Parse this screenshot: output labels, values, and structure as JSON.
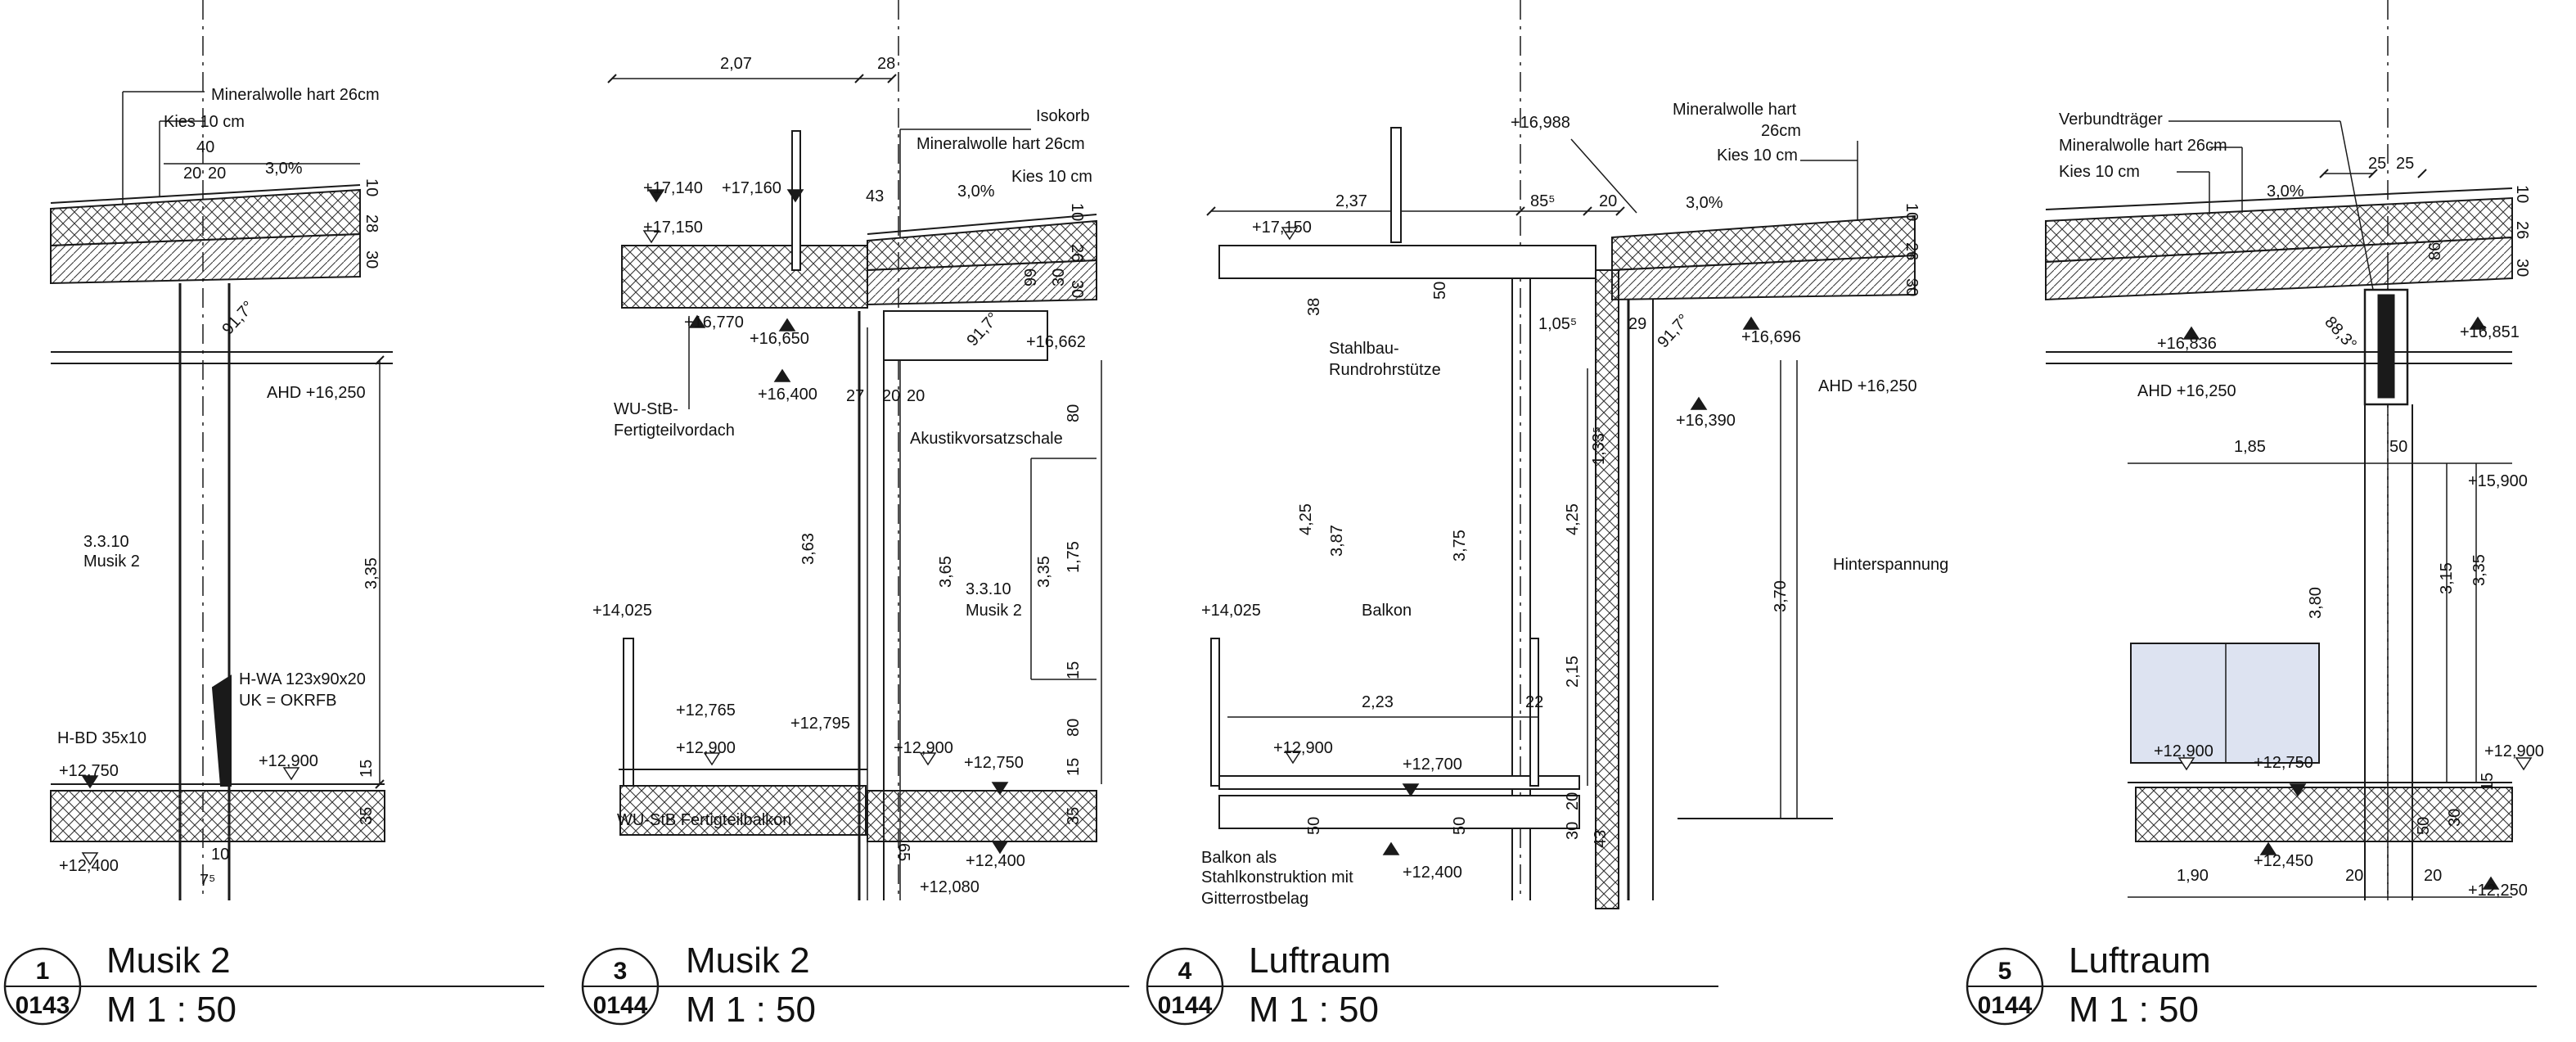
{
  "details": [
    {
      "number": "1",
      "sheet": "0143",
      "title": "Musik 2",
      "scale": "M  1 : 50",
      "annotations": [
        "Mineralwolle hart 26cm",
        "Kies 10 cm",
        "40",
        "20",
        "20",
        "3,0%",
        "10",
        "28",
        "30",
        "91,7°",
        "AHD +16,250",
        "3.3.10",
        "Musik 2",
        "3,35",
        "H-WA 123x90x20",
        "UK = OKRFB",
        "H-BD 35x10",
        "+12,750",
        "+12,900",
        "15",
        "35",
        "+12,400",
        "10",
        "7⁵"
      ]
    },
    {
      "number": "3",
      "sheet": "0144",
      "title": "Musik 2",
      "scale": "M  1 : 50",
      "annotations": [
        "2,07",
        "28",
        "Isokorb",
        "Mineralwolle hart 26cm",
        "Kies 10 cm",
        "+17,140",
        "+17,160",
        "+17,150",
        "43",
        "3,0%",
        "10",
        "26",
        "30",
        "+16,770",
        "+16,650",
        "91,7°",
        "+16,662",
        "99",
        "30",
        "+16,400",
        "27",
        "20",
        "20",
        "WU-StB-",
        "Fertigteilvordach",
        "80",
        "Akustikvorsatzschale",
        "3,63",
        "3,65",
        "3,35",
        "1,75",
        "3.3.10",
        "Musik 2",
        "15",
        "80",
        "+14,025",
        "+12,765",
        "+12,795",
        "+12,900",
        "+12,900",
        "+12,750",
        "15",
        "35",
        "WU-StB Fertigteilbalkon",
        "+12,400",
        "+12,080",
        "65"
      ]
    },
    {
      "number": "4",
      "sheet": "0144",
      "title": "Luftraum",
      "scale": "M  1 : 50",
      "annotations": [
        "+16,988",
        "Mineralwolle hart",
        "26cm",
        "Kies 10 cm",
        "2,37",
        "85⁵",
        "20",
        "3,0%",
        "+17,150",
        "10",
        "26",
        "30",
        "38",
        "50",
        "1,05⁵",
        "29",
        "91,7°",
        "+16,696",
        "Stahlbau-",
        "Rundrohrstütze",
        "+16,390",
        "AHD +16,250",
        "1,33⁵",
        "4,25",
        "3,87",
        "3,75",
        "4,25",
        "3,70",
        "Hinterspannung",
        "Balkon",
        "+14,025",
        "2,15",
        "2,23",
        "22",
        "+12,900",
        "+12,700",
        "20",
        "30",
        "43",
        "50",
        "50",
        "Balkon als",
        "Stahlkonstruktion mit",
        "Gitterrostbelag",
        "+12,400"
      ]
    },
    {
      "number": "5",
      "sheet": "0144",
      "title": "Luftraum",
      "scale": "M  1 : 50",
      "annotations": [
        "Verbundträger",
        "25",
        "25",
        "Mineralwolle hart 26cm",
        "Kies 10 cm",
        "3,0%",
        "10",
        "26",
        "30",
        "86",
        "+16,836",
        "88,3°",
        "+16,851",
        "AHD +16,250",
        "1,85",
        "50",
        "+15,900",
        "3,80",
        "3,15",
        "3,35",
        "+12,900",
        "+12,750",
        "+12,900",
        "15",
        "30",
        "50",
        "+12,450",
        "1,90",
        "20",
        "20",
        "+12,250"
      ]
    }
  ],
  "colors": {
    "line": "#1a1a1a",
    "hatch": "#333333",
    "glass": "#dde3f1",
    "background": "#ffffff"
  }
}
